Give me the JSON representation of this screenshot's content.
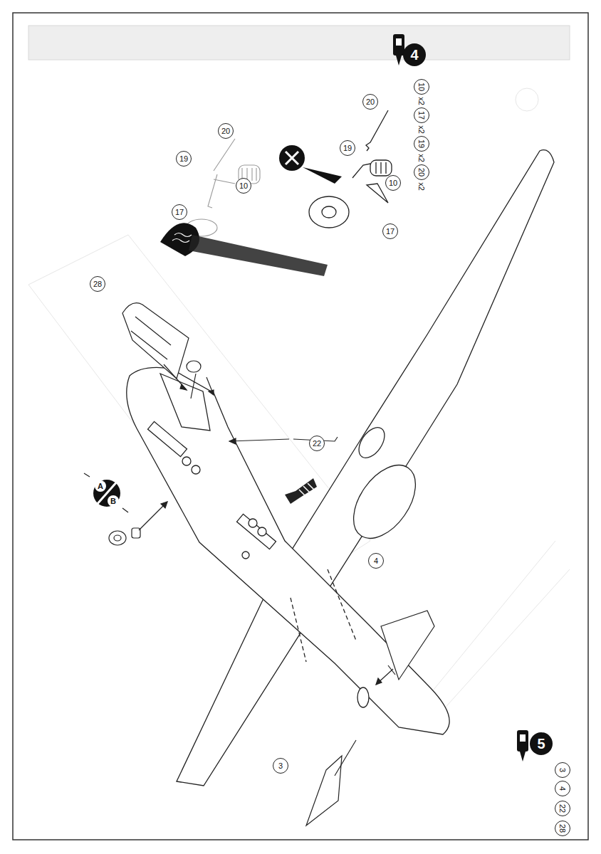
{
  "diagram": {
    "labels": [
      "4",
      "10",
      "x2",
      "17",
      "x2",
      "19",
      "x2",
      "20",
      "x2",
      "20",
      "19",
      "17",
      "10",
      "20",
      "19",
      "10",
      "17",
      "A",
      "B",
      "28",
      "22",
      "4",
      "3",
      "5",
      "3",
      "4",
      "22",
      "28"
    ]
  }
}
